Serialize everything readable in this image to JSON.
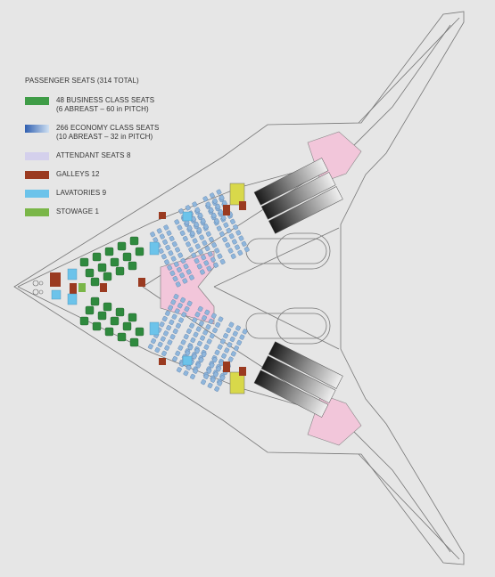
{
  "legend": {
    "title": "PASSENGER SEATS (314 TOTAL)",
    "items": [
      {
        "key": "business",
        "color": "#3f9c47",
        "lines": [
          "48 BUSINESS CLASS SEATS",
          "(6 ABREAST – 60 in PITCH)"
        ]
      },
      {
        "key": "economy",
        "color": "#3f6fbf",
        "lines": [
          "266 ECONOMY CLASS SEATS",
          "(10 ABREAST – 32 in PITCH)"
        ]
      },
      {
        "key": "attendant",
        "color": "#d4d0ec",
        "lines": [
          "ATTENDANT SEATS 8"
        ]
      },
      {
        "key": "galleys",
        "color": "#9a3a20",
        "lines": [
          "GALLEYS 12"
        ]
      },
      {
        "key": "lavatories",
        "color": "#6cc3ea",
        "lines": [
          "LAVATORIES 9"
        ]
      },
      {
        "key": "stowage",
        "color": "#7ab648",
        "lines": [
          "STOWAGE 1"
        ]
      }
    ]
  },
  "colors": {
    "background": "#e6e6e6",
    "outline": "#777777",
    "cabin_fill": "#d8d8e6",
    "cargo_pink": "#f2c6da",
    "economy_seat": "#8fb6dc",
    "business_seat": "#2f8a3e",
    "galley": "#9a3a20",
    "lavatory": "#6cc3ea",
    "stowage_yellow": "#d8d84a"
  }
}
